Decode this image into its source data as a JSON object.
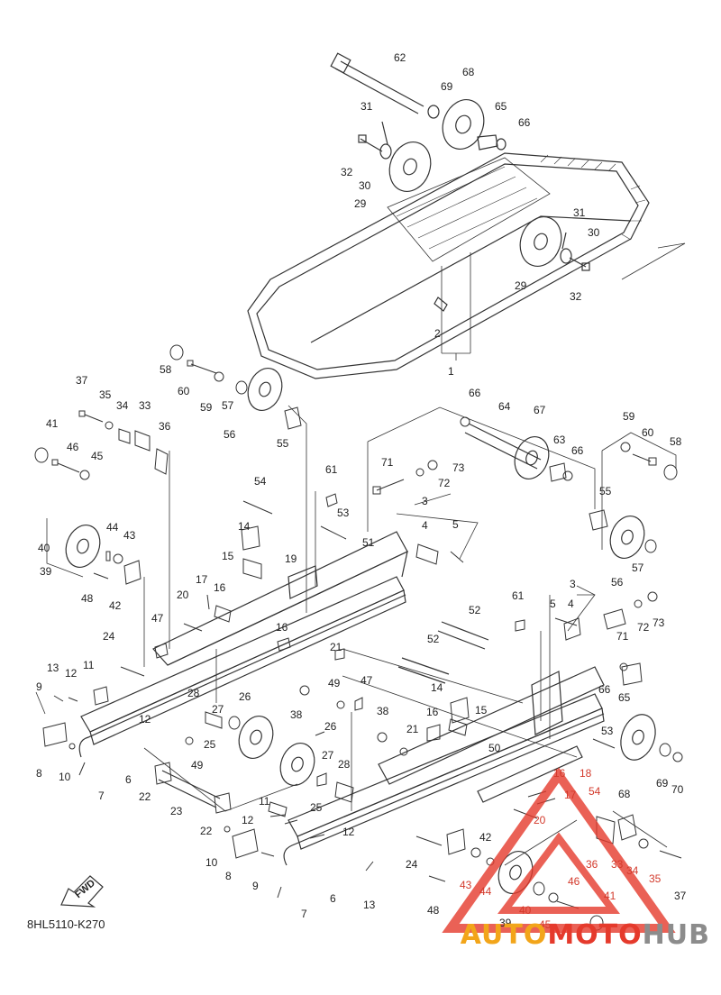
{
  "diagram": {
    "code": "8HL5110-K270",
    "fwd_label": "FWD",
    "brand": {
      "part1": "AUTO",
      "part2": "MOTO",
      "part3": "HUB"
    },
    "colors": {
      "line": "#333333",
      "accent": "#e53a2c",
      "brand_orange": "#f2a51a",
      "brand_gray": "#8c8c8c"
    },
    "labels": [
      {
        "id": "l62",
        "text": "62"
      },
      {
        "id": "l68",
        "text": "68"
      },
      {
        "id": "l69a",
        "text": "69"
      },
      {
        "id": "l65a",
        "text": "65"
      },
      {
        "id": "l66a",
        "text": "66"
      },
      {
        "id": "l31a",
        "text": "31"
      },
      {
        "id": "l32a",
        "text": "32"
      },
      {
        "id": "l30a",
        "text": "30"
      },
      {
        "id": "l29a",
        "text": "29"
      },
      {
        "id": "l31b",
        "text": "31"
      },
      {
        "id": "l30b",
        "text": "30"
      },
      {
        "id": "l29b",
        "text": "29"
      },
      {
        "id": "l32b",
        "text": "32"
      },
      {
        "id": "l2",
        "text": "2"
      },
      {
        "id": "l1",
        "text": "1"
      },
      {
        "id": "l58a",
        "text": "58"
      },
      {
        "id": "l60a",
        "text": "60"
      },
      {
        "id": "l59a",
        "text": "59"
      },
      {
        "id": "l57a",
        "text": "57"
      },
      {
        "id": "l56a",
        "text": "56"
      },
      {
        "id": "l55a",
        "text": "55"
      },
      {
        "id": "l37a",
        "text": "37"
      },
      {
        "id": "l35a",
        "text": "35"
      },
      {
        "id": "l34a",
        "text": "34"
      },
      {
        "id": "l33a",
        "text": "33"
      },
      {
        "id": "l36a",
        "text": "36"
      },
      {
        "id": "l41a",
        "text": "41"
      },
      {
        "id": "l46a",
        "text": "46"
      },
      {
        "id": "l45a",
        "text": "45"
      },
      {
        "id": "l66b",
        "text": "66"
      },
      {
        "id": "l64",
        "text": "64"
      },
      {
        "id": "l67",
        "text": "67"
      },
      {
        "id": "l63",
        "text": "63"
      },
      {
        "id": "l66c",
        "text": "66"
      },
      {
        "id": "l59b",
        "text": "59"
      },
      {
        "id": "l60b",
        "text": "60"
      },
      {
        "id": "l58b",
        "text": "58"
      },
      {
        "id": "l71a",
        "text": "71"
      },
      {
        "id": "l73a",
        "text": "73"
      },
      {
        "id": "l72a",
        "text": "72"
      },
      {
        "id": "l61a",
        "text": "61"
      },
      {
        "id": "l54a",
        "text": "54"
      },
      {
        "id": "l53a",
        "text": "53"
      },
      {
        "id": "l3a",
        "text": "3"
      },
      {
        "id": "l4a",
        "text": "4"
      },
      {
        "id": "l5a",
        "text": "5"
      },
      {
        "id": "l55b",
        "text": "55"
      },
      {
        "id": "l56b",
        "text": "56"
      },
      {
        "id": "l57b",
        "text": "57"
      },
      {
        "id": "l40a",
        "text": "40"
      },
      {
        "id": "l39a",
        "text": "39"
      },
      {
        "id": "l44a",
        "text": "44"
      },
      {
        "id": "l43a",
        "text": "43"
      },
      {
        "id": "l48a",
        "text": "48"
      },
      {
        "id": "l42a",
        "text": "42"
      },
      {
        "id": "l14a",
        "text": "14"
      },
      {
        "id": "l15a",
        "text": "15"
      },
      {
        "id": "l19",
        "text": "19"
      },
      {
        "id": "l51",
        "text": "51"
      },
      {
        "id": "l17a",
        "text": "17"
      },
      {
        "id": "l16a",
        "text": "16"
      },
      {
        "id": "l20a",
        "text": "20"
      },
      {
        "id": "l47a",
        "text": "47"
      },
      {
        "id": "l16b",
        "text": "16"
      },
      {
        "id": "l21a",
        "text": "21"
      },
      {
        "id": "l52a",
        "text": "52"
      },
      {
        "id": "l61b",
        "text": "61"
      },
      {
        "id": "l3b",
        "text": "3"
      },
      {
        "id": "l4b",
        "text": "4"
      },
      {
        "id": "l5b",
        "text": "5"
      },
      {
        "id": "l71b",
        "text": "71"
      },
      {
        "id": "l72b",
        "text": "72"
      },
      {
        "id": "l73b",
        "text": "73"
      },
      {
        "id": "l52b",
        "text": "52"
      },
      {
        "id": "l24a",
        "text": "24"
      },
      {
        "id": "l13a",
        "text": "13"
      },
      {
        "id": "l12a",
        "text": "12"
      },
      {
        "id": "l11a",
        "text": "11"
      },
      {
        "id": "l9a",
        "text": "9"
      },
      {
        "id": "l28a",
        "text": "28"
      },
      {
        "id": "l26a",
        "text": "26"
      },
      {
        "id": "l27a",
        "text": "27"
      },
      {
        "id": "l38a",
        "text": "38"
      },
      {
        "id": "l49a",
        "text": "49"
      },
      {
        "id": "l47b",
        "text": "47"
      },
      {
        "id": "l66d",
        "text": "66"
      },
      {
        "id": "l65b",
        "text": "65"
      },
      {
        "id": "l12b",
        "text": "12"
      },
      {
        "id": "l25a",
        "text": "25"
      },
      {
        "id": "l8a",
        "text": "8"
      },
      {
        "id": "l10a",
        "text": "10"
      },
      {
        "id": "l6a",
        "text": "6"
      },
      {
        "id": "l7a",
        "text": "7"
      },
      {
        "id": "l49b",
        "text": "49"
      },
      {
        "id": "l14b",
        "text": "14"
      },
      {
        "id": "l38b",
        "text": "38"
      },
      {
        "id": "l16c",
        "text": "16"
      },
      {
        "id": "l15b",
        "text": "15"
      },
      {
        "id": "l21b",
        "text": "21"
      },
      {
        "id": "l26b",
        "text": "26"
      },
      {
        "id": "l27b",
        "text": "27"
      },
      {
        "id": "l28b",
        "text": "28"
      },
      {
        "id": "l50",
        "text": "50"
      },
      {
        "id": "l53b",
        "text": "53"
      },
      {
        "id": "l69b",
        "text": "69"
      },
      {
        "id": "l70",
        "text": "70"
      },
      {
        "id": "l68b",
        "text": "68"
      },
      {
        "id": "l18",
        "text": "18"
      },
      {
        "id": "l54b",
        "text": "54"
      },
      {
        "id": "l16d",
        "text": "16"
      },
      {
        "id": "l17b",
        "text": "17"
      },
      {
        "id": "l20b",
        "text": "20"
      },
      {
        "id": "l22a",
        "text": "22"
      },
      {
        "id": "l23",
        "text": "23"
      },
      {
        "id": "l22b",
        "text": "22"
      },
      {
        "id": "l25b",
        "text": "25"
      },
      {
        "id": "l11b",
        "text": "11"
      },
      {
        "id": "l12c",
        "text": "12"
      },
      {
        "id": "l12d",
        "text": "12"
      },
      {
        "id": "l10b",
        "text": "10"
      },
      {
        "id": "l8b",
        "text": "8"
      },
      {
        "id": "l9b",
        "text": "9"
      },
      {
        "id": "l7b",
        "text": "7"
      },
      {
        "id": "l6b",
        "text": "6"
      },
      {
        "id": "l13b",
        "text": "13"
      },
      {
        "id": "l24b",
        "text": "24"
      },
      {
        "id": "l42b",
        "text": "42"
      },
      {
        "id": "l43b",
        "text": "43"
      },
      {
        "id": "l44b",
        "text": "44"
      },
      {
        "id": "l48b",
        "text": "48"
      },
      {
        "id": "l40b",
        "text": "40"
      },
      {
        "id": "l39b",
        "text": "39"
      },
      {
        "id": "l45b",
        "text": "45"
      },
      {
        "id": "l46b",
        "text": "46"
      },
      {
        "id": "l41b",
        "text": "41"
      },
      {
        "id": "l36b",
        "text": "36"
      },
      {
        "id": "l33b",
        "text": "33"
      },
      {
        "id": "l34b",
        "text": "34"
      },
      {
        "id": "l35b",
        "text": "35"
      },
      {
        "id": "l37b",
        "text": "37"
      }
    ]
  }
}
